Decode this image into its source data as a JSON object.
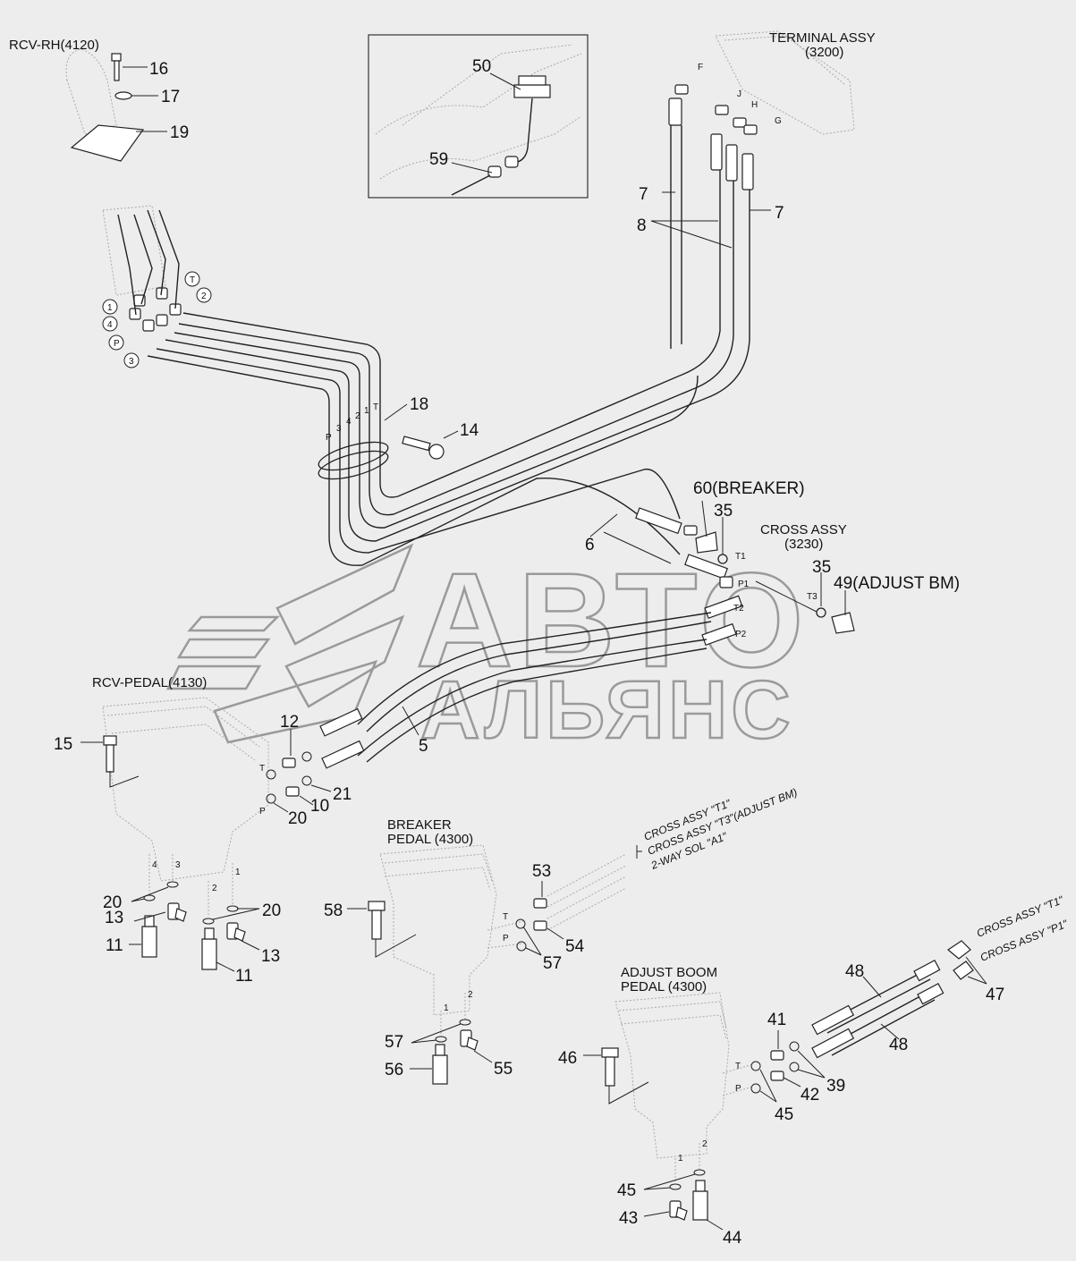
{
  "assemblies": {
    "rcv_rh": "RCV-RH(4120)",
    "terminal": "TERMINAL ASSY",
    "terminal_code": "(3200)",
    "cross": "CROSS ASSY",
    "cross_code": "(3230)",
    "rcv_pedal": "RCV-PEDAL(4130)",
    "breaker_pedal_1": "BREAKER",
    "breaker_pedal_2": "PEDAL (4300)",
    "adjust_pedal_1": "ADJUST BOOM",
    "adjust_pedal_2": "PEDAL (4300)"
  },
  "callouts": {
    "c16": "16",
    "c17": "17",
    "c19": "19",
    "c50": "50",
    "c59": "59",
    "c7a": "7",
    "c7b": "7",
    "c8": "8",
    "c18": "18",
    "c14": "14",
    "c60": "60(BREAKER)",
    "c35a": "35",
    "c35b": "35",
    "c49": "49(ADJUST BM)",
    "c6": "6",
    "c5": "5",
    "c15": "15",
    "c12": "12",
    "c21": "21",
    "c10": "10",
    "c20a": "20",
    "c20b": "20",
    "c20c": "20",
    "c13a": "13",
    "c13b": "13",
    "c11a": "11",
    "c11b": "11",
    "c53": "53",
    "c54": "54",
    "c58": "58",
    "c57a": "57",
    "c57b": "57",
    "c56": "56",
    "c55": "55",
    "c41": "41",
    "c42": "42",
    "c39": "39",
    "c46": "46",
    "c45a": "45",
    "c45b": "45",
    "c43": "43",
    "c44": "44",
    "c48a": "48",
    "c48b": "48",
    "c47": "47"
  },
  "port_labels": {
    "terminal_F": "F",
    "terminal_J": "J",
    "terminal_H": "H",
    "terminal_G": "G",
    "cross_T1": "T1",
    "cross_P1": "P1",
    "cross_T2": "T2",
    "cross_P2": "P2",
    "cross_T3": "T3",
    "clamp_P": "P",
    "clamp_3": "3",
    "clamp_4": "4",
    "clamp_2": "2",
    "clamp_1": "1",
    "clamp_T": "T",
    "rcv_1": "1",
    "rcv_4": "4",
    "rcv_P": "P",
    "rcv_3": "3",
    "rcv_T": "T",
    "rcv_2": "2",
    "pedal_T": "T",
    "pedal_P": "P",
    "pedal_4": "4",
    "pedal_3": "3",
    "pedal_2": "2",
    "pedal_1": "1",
    "brk_T": "T",
    "brk_P": "P",
    "brk_1": "1",
    "brk_2": "2",
    "adj_T": "T",
    "adj_P": "P",
    "adj_1": "1",
    "adj_2": "2"
  },
  "notes": {
    "brk_to_1": "CROSS ASSY \"T1\"",
    "brk_to_2": "CROSS ASSY \"T3\"(ADJUST BM)",
    "brk_to_3": "2-WAY SOL \"A1\"",
    "adj_to_1": "CROSS ASSY \"T1\"",
    "adj_to_2": "CROSS ASSY \"P1\""
  },
  "watermark": {
    "line1": "АВТО",
    "line2": "АЛЬЯНС"
  }
}
